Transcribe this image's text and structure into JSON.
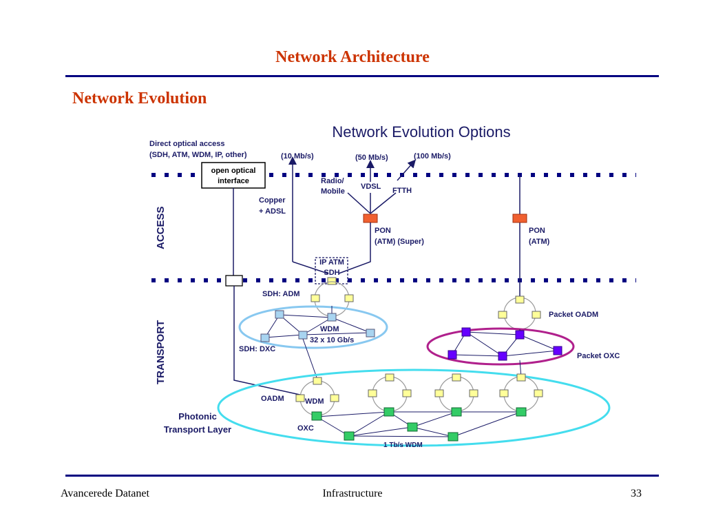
{
  "slide": {
    "title": "Network Architecture",
    "subtitle": "Network Evolution",
    "footer_left": "Avancerede Datanet",
    "footer_center": "Infrastructure",
    "page_number": "33"
  },
  "diagram": {
    "heading": "Network Evolution Options",
    "direct_access_line1": "Direct optical access",
    "direct_access_line2": "(SDH, ATM, WDM, IP, other)",
    "open_optical_line1": "open optical",
    "open_optical_line2": "interface",
    "rate_10": "(10 Mb/s)",
    "rate_50": "(50 Mb/s)",
    "rate_100": "(100 Mb/s)",
    "radio_line1": "Radio/",
    "radio_line2": "Mobile",
    "vdsl": "VDSL",
    "ftth": "FTTH",
    "copper_line1": "Copper",
    "copper_line2": "+ ADSL",
    "pon_super_line1": "PON",
    "pon_super_line2": "(ATM) (Super)",
    "pon_atm_line1": "PON",
    "pon_atm_line2": "(ATM)",
    "access": "ACCESS",
    "transport": "TRANSPORT",
    "ip_atm": "IP ATM",
    "sdh": "SDH",
    "sdh_adm": "SDH: ADM",
    "wdm": "WDM",
    "wdm_capacity": "32 x 10 Gb/s",
    "sdh_dxc": "SDH: DXC",
    "packet_oadm": "Packet OADM",
    "packet_oxc": "Packet OXC",
    "oadm": "OADM",
    "wdm_ring": "WDM",
    "photonic_line1": "Photonic",
    "photonic_line2": "Transport Layer",
    "oxc": "OXC",
    "core_wdm": "1 Tb/s WDM"
  },
  "colors": {
    "title": "#cc3300",
    "rule": "#000080",
    "pon_node": "#f06030",
    "adm_node": "#ffff99",
    "dxc_node": "#a8d4f0",
    "oxc_node": "#33cc66",
    "packet_node": "#6600ff",
    "sdh_ellipse": "#88c8f0",
    "packet_ellipse": "#b0208c",
    "photonic_ellipse": "#44ddee"
  }
}
